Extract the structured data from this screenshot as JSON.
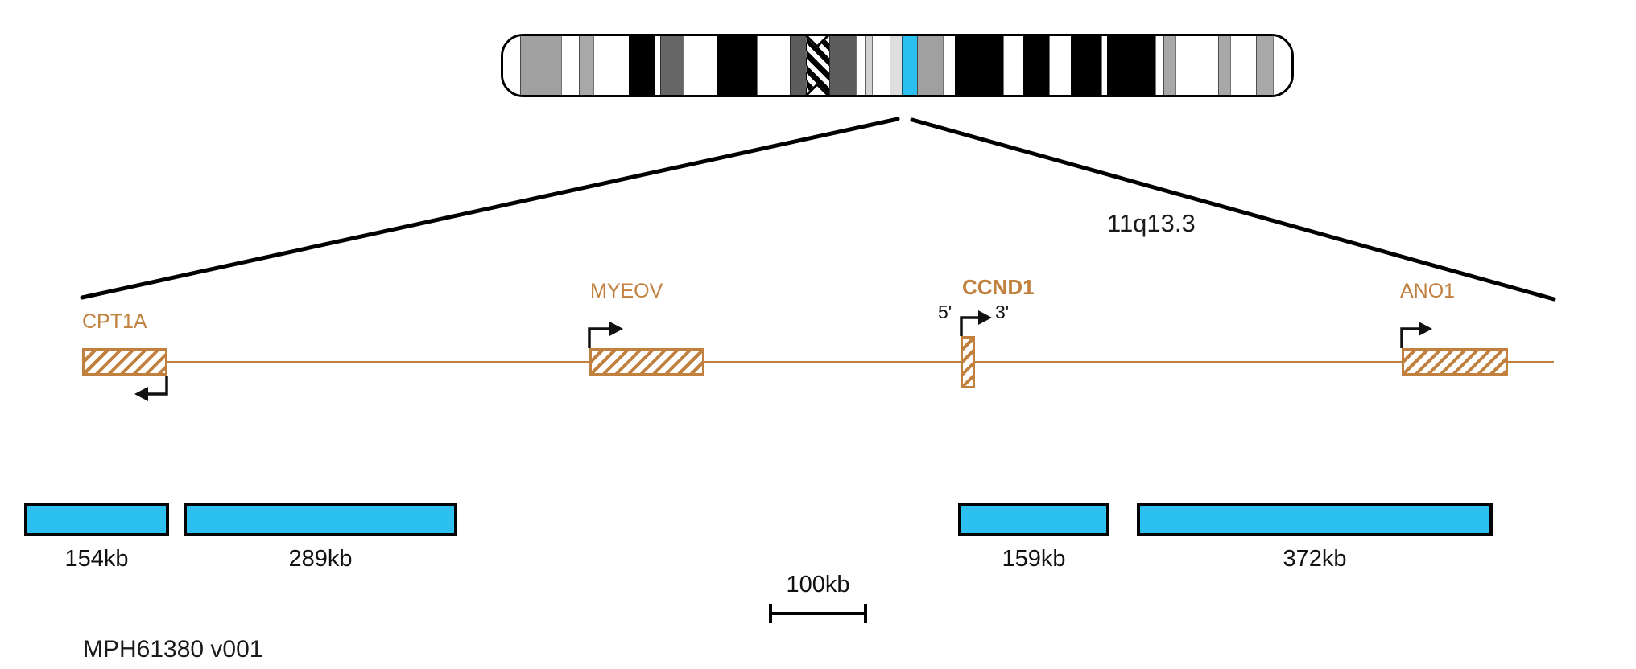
{
  "colors": {
    "accent_orange": "#c1803d",
    "probe_cyan": "#2bc0ef",
    "line_black": "#000000"
  },
  "ideogram": {
    "chromosome_name": "chromosome-11",
    "region_label": "11q13.3",
    "highlight_color": "#2bc0ef",
    "bands": [
      {
        "w": 21,
        "c": "#ffffff"
      },
      {
        "w": 51,
        "c": "#a0a0a0"
      },
      {
        "w": 22,
        "c": "#ffffff"
      },
      {
        "w": 18,
        "c": "#a8a8a8"
      },
      {
        "w": 44,
        "c": "#ffffff"
      },
      {
        "w": 32,
        "c": "#000000"
      },
      {
        "w": 7,
        "c": "#ffffff"
      },
      {
        "w": 28,
        "c": "#666666"
      },
      {
        "w": 43,
        "c": "#ffffff"
      },
      {
        "w": 49,
        "c": "#000000"
      },
      {
        "w": 41,
        "c": "#ffffff"
      },
      {
        "w": 20,
        "c": "#5c5c5c"
      },
      {
        "w": 29,
        "hatch": true
      },
      {
        "w": 33,
        "c": "#5c5c5c"
      },
      {
        "w": 11,
        "c": "#ffffff"
      },
      {
        "w": 9,
        "c": "#d2d2d2"
      },
      {
        "w": 22,
        "c": "#ffffff"
      },
      {
        "w": 15,
        "c": "#dedede"
      },
      {
        "w": 19,
        "c": "#2bc0ef",
        "highlight": true
      },
      {
        "w": 32,
        "c": "#a0a0a0"
      },
      {
        "w": 15,
        "c": "#ffffff"
      },
      {
        "w": 60,
        "c": "#000000"
      },
      {
        "w": 25,
        "c": "#ffffff"
      },
      {
        "w": 32,
        "c": "#000000"
      },
      {
        "w": 27,
        "c": "#ffffff"
      },
      {
        "w": 38,
        "c": "#000000"
      },
      {
        "w": 7,
        "c": "#ffffff"
      },
      {
        "w": 60,
        "c": "#000000"
      },
      {
        "w": 10,
        "c": "#ffffff"
      },
      {
        "w": 15,
        "c": "#a8a8a8"
      },
      {
        "w": 53,
        "c": "#ffffff"
      },
      {
        "w": 15,
        "c": "#a8a8a8"
      },
      {
        "w": 32,
        "c": "#ffffff"
      },
      {
        "w": 21,
        "c": "#a8a8a8"
      },
      {
        "w": 29,
        "c": "#ffffff"
      }
    ]
  },
  "gene_track": {
    "genes": [
      {
        "label": "CPT1A",
        "strand": "reverse"
      },
      {
        "label": "MYEOV",
        "strand": "forward"
      },
      {
        "label": "CCND1",
        "strand": "forward",
        "five_prime": "5'",
        "three_prime": "3'"
      },
      {
        "label": "ANO1",
        "strand": "forward"
      }
    ]
  },
  "probes": [
    {
      "size_label": "154kb"
    },
    {
      "size_label": "289kb"
    },
    {
      "size_label": "159kb"
    },
    {
      "size_label": "372kb"
    }
  ],
  "scale_bar": {
    "label": "100kb"
  },
  "footer": {
    "id_label": "MPH61380 v001"
  }
}
